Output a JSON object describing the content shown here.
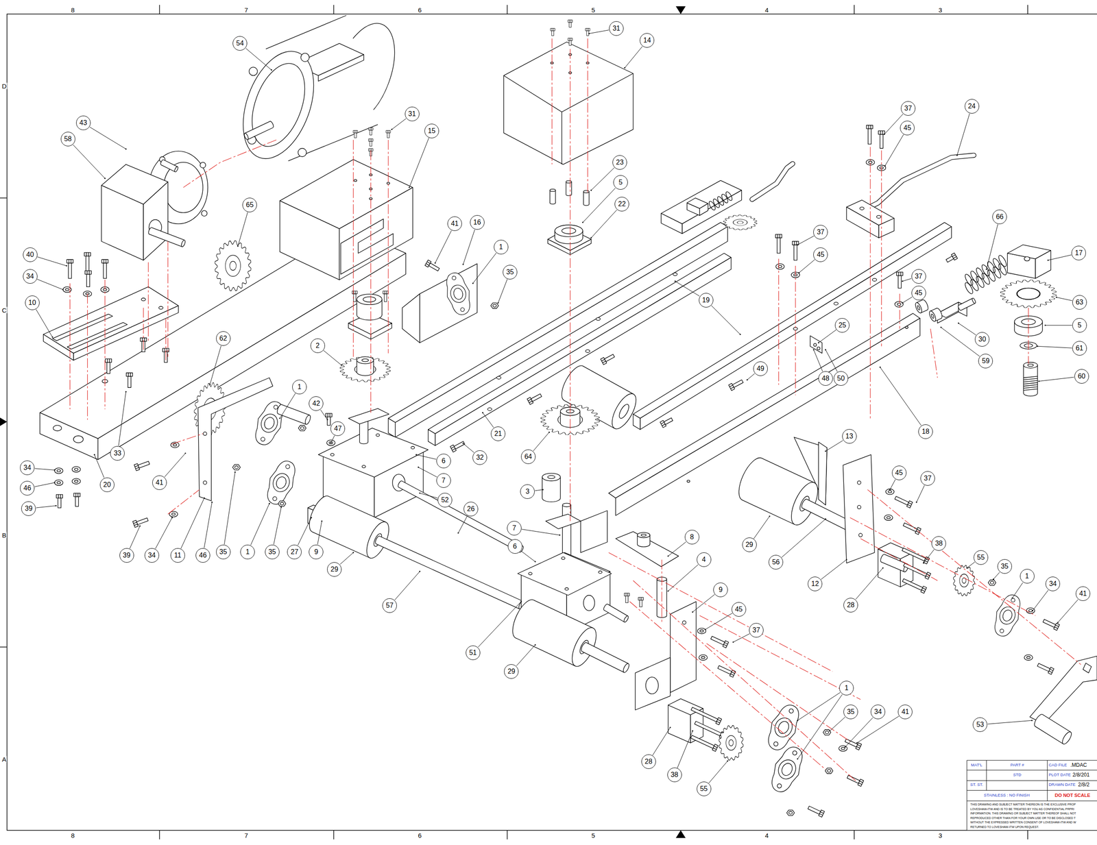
{
  "diagram": {
    "nodes": [
      {
        "text": [
          "54"
        ]
      },
      {
        "text": [
          "31"
        ]
      },
      {
        "text": [
          "14"
        ]
      },
      {
        "text": [
          "43"
        ]
      },
      {
        "text": [
          "58"
        ]
      },
      {
        "text": [
          "31"
        ]
      },
      {
        "text": [
          "15"
        ]
      },
      {
        "text": [
          "37"
        ]
      },
      {
        "text": [
          "24"
        ]
      },
      {
        "text": [
          "45"
        ]
      },
      {
        "text": [
          "23"
        ]
      },
      {
        "text": [
          "5"
        ]
      },
      {
        "text": [
          "22"
        ]
      },
      {
        "text": [
          "65"
        ]
      },
      {
        "text": [
          "41"
        ]
      },
      {
        "text": [
          "16"
        ]
      },
      {
        "text": [
          "1"
        ]
      },
      {
        "text": [
          "40"
        ]
      },
      {
        "text": [
          "66"
        ]
      },
      {
        "text": [
          "37"
        ]
      },
      {
        "text": [
          "17"
        ]
      },
      {
        "text": [
          "45"
        ]
      },
      {
        "text": [
          "34"
        ]
      },
      {
        "text": [
          "35"
        ]
      },
      {
        "text": [
          "10"
        ]
      },
      {
        "text": [
          "19"
        ]
      },
      {
        "text": [
          "37"
        ]
      },
      {
        "text": [
          "45"
        ]
      },
      {
        "text": [
          "63"
        ]
      },
      {
        "text": [
          "25"
        ]
      },
      {
        "text": [
          "5"
        ]
      },
      {
        "text": [
          "30"
        ]
      },
      {
        "text": [
          "62"
        ]
      },
      {
        "text": [
          "2"
        ]
      },
      {
        "text": [
          "61"
        ]
      },
      {
        "text": [
          "59"
        ]
      },
      {
        "text": [
          "49"
        ]
      },
      {
        "text": [
          "48"
        ]
      },
      {
        "text": [
          "50"
        ]
      },
      {
        "text": [
          "60"
        ]
      },
      {
        "text": [
          "1"
        ]
      },
      {
        "text": [
          "42"
        ]
      },
      {
        "text": [
          "47"
        ]
      },
      {
        "text": [
          "18"
        ]
      },
      {
        "text": [
          "21"
        ]
      },
      {
        "text": [
          "32"
        ]
      },
      {
        "text": [
          "33"
        ]
      },
      {
        "text": [
          "6"
        ]
      },
      {
        "text": [
          "13"
        ]
      },
      {
        "text": [
          "64"
        ]
      },
      {
        "text": [
          "7"
        ]
      },
      {
        "text": [
          "41"
        ]
      },
      {
        "text": [
          "34"
        ]
      },
      {
        "text": [
          "20"
        ]
      },
      {
        "text": [
          "46"
        ]
      },
      {
        "text": [
          "45"
        ]
      },
      {
        "text": [
          "37"
        ]
      },
      {
        "text": [
          "3"
        ]
      },
      {
        "text": [
          "52"
        ]
      },
      {
        "text": [
          "39"
        ]
      },
      {
        "text": [
          "26"
        ]
      },
      {
        "text": [
          "7"
        ]
      },
      {
        "text": [
          "29"
        ]
      },
      {
        "text": [
          "6"
        ]
      },
      {
        "text": [
          "8"
        ]
      },
      {
        "text": [
          "38"
        ]
      },
      {
        "text": [
          "56"
        ]
      },
      {
        "text": [
          "39"
        ]
      },
      {
        "text": [
          "34"
        ]
      },
      {
        "text": [
          "11"
        ]
      },
      {
        "text": [
          "46"
        ]
      },
      {
        "text": [
          "35"
        ]
      },
      {
        "text": [
          "1"
        ]
      },
      {
        "text": [
          "35"
        ]
      },
      {
        "text": [
          "27"
        ]
      },
      {
        "text": [
          "9"
        ]
      },
      {
        "text": [
          "29"
        ]
      },
      {
        "text": [
          "4"
        ]
      },
      {
        "text": [
          "55"
        ]
      },
      {
        "text": [
          "35"
        ]
      },
      {
        "text": [
          "1"
        ]
      },
      {
        "text": [
          "34"
        ]
      },
      {
        "text": [
          "41"
        ]
      },
      {
        "text": [
          "12"
        ]
      },
      {
        "text": [
          "28"
        ]
      },
      {
        "text": [
          "57"
        ]
      },
      {
        "text": [
          "9"
        ]
      },
      {
        "text": [
          "45"
        ]
      },
      {
        "text": [
          "37"
        ]
      },
      {
        "text": [
          "51"
        ]
      },
      {
        "text": [
          "29"
        ]
      },
      {
        "text": [
          "53"
        ]
      },
      {
        "text": [
          "1"
        ]
      },
      {
        "text": [
          "35"
        ]
      },
      {
        "text": [
          "34"
        ]
      },
      {
        "text": [
          "41"
        ]
      },
      {
        "text": [
          "28"
        ]
      },
      {
        "text": [
          "38"
        ]
      },
      {
        "text": [
          "55"
        ]
      }
    ],
    "labels": [
      "8",
      "7",
      "6",
      "5",
      "4",
      "3",
      "8",
      "7",
      "6",
      "5",
      "4",
      "3",
      "D",
      "C",
      "B",
      "A",
      "MAT'L",
      "PART #",
      "CAD FILE",
      ".MDAC",
      "STD",
      "PLOT DATE",
      "2/8/201",
      "ST. ST.",
      "DRAWN DATE",
      "2/8/2",
      "STAINLESS : NO FINISH",
      "DO NOT SCALE",
      "THIS DRAWING AND SUBJECT MATTER THEREON IS THE EXCLUSIVE PROP",
      "LOVESHAW-ITW AND IS TO BE TREATED BY YOU AS CONFIDENTIAL PRPRI",
      "INFORMATION. THIS DRAWING OR SUBJECT MATTER THEREOF SHALL NOT",
      "REPRODUCED OTHER THAN FOR YOUR OWN USE OR TO BE DISCLOSED T",
      "WITHOUT THE EXPRESSED WRITTEN CONSENT OF LOVESHAW-ITW AND W",
      "RETURNED TO LOVESHAW-ITW UPON REQUEST."
    ]
  }
}
